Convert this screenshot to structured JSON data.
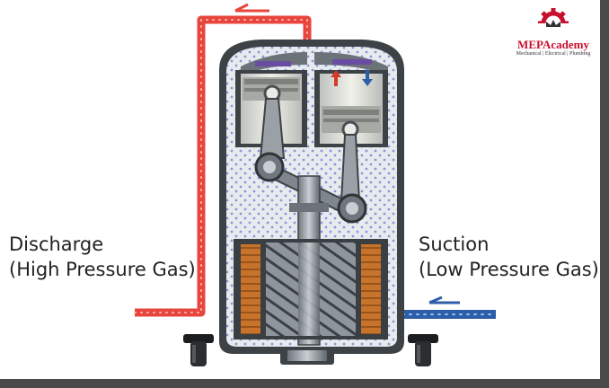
{
  "captions": {
    "discharge_line1": "Discharge",
    "discharge_line2": "(High Pressure Gas)",
    "suction_line1": "Suction",
    "suction_line2": "(Low Pressure Gas)"
  },
  "logo": {
    "name": "MEPAcademy",
    "tagline": "Mechanical | Electrical | Plumbing"
  },
  "colors": {
    "discharge_pipe": "#e8453c",
    "suction_pipe": "#2f5ea8",
    "shell_fill": "#e7ebee",
    "oil_dots": "#8a97d8",
    "copper_winding": "#c7732c",
    "brand_red": "#c8102e"
  },
  "icons": [
    "discharge-flow-arrow-icon",
    "suction-flow-arrow-icon",
    "up-arrow-icon",
    "down-arrow-icon",
    "gear-icon"
  ]
}
